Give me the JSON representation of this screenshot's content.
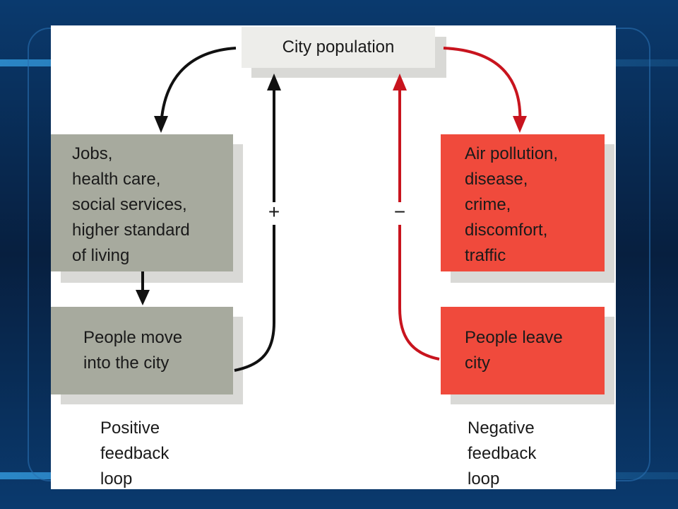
{
  "colors": {
    "background": "#0b2a52",
    "positive_loop": "#111111",
    "negative_loop": "#c8141e",
    "gray_box": "#a7aa9e",
    "red_box": "#f04a3c"
  },
  "nodes": {
    "city_population": "City population",
    "benefits": [
      "Jobs,",
      "health care,",
      "social services,",
      "higher standard",
      "of living"
    ],
    "people_move_in": [
      "People move",
      "into the city"
    ],
    "problems": [
      "Air pollution,",
      "disease,",
      "crime,",
      "discomfort,",
      "traffic"
    ],
    "people_leave": [
      "People leave",
      "city"
    ]
  },
  "signs": {
    "positive": "+",
    "negative": "−"
  },
  "captions": {
    "positive": [
      "Positive",
      "feedback",
      "loop"
    ],
    "negative": [
      "Negative",
      "feedback",
      "loop"
    ]
  }
}
